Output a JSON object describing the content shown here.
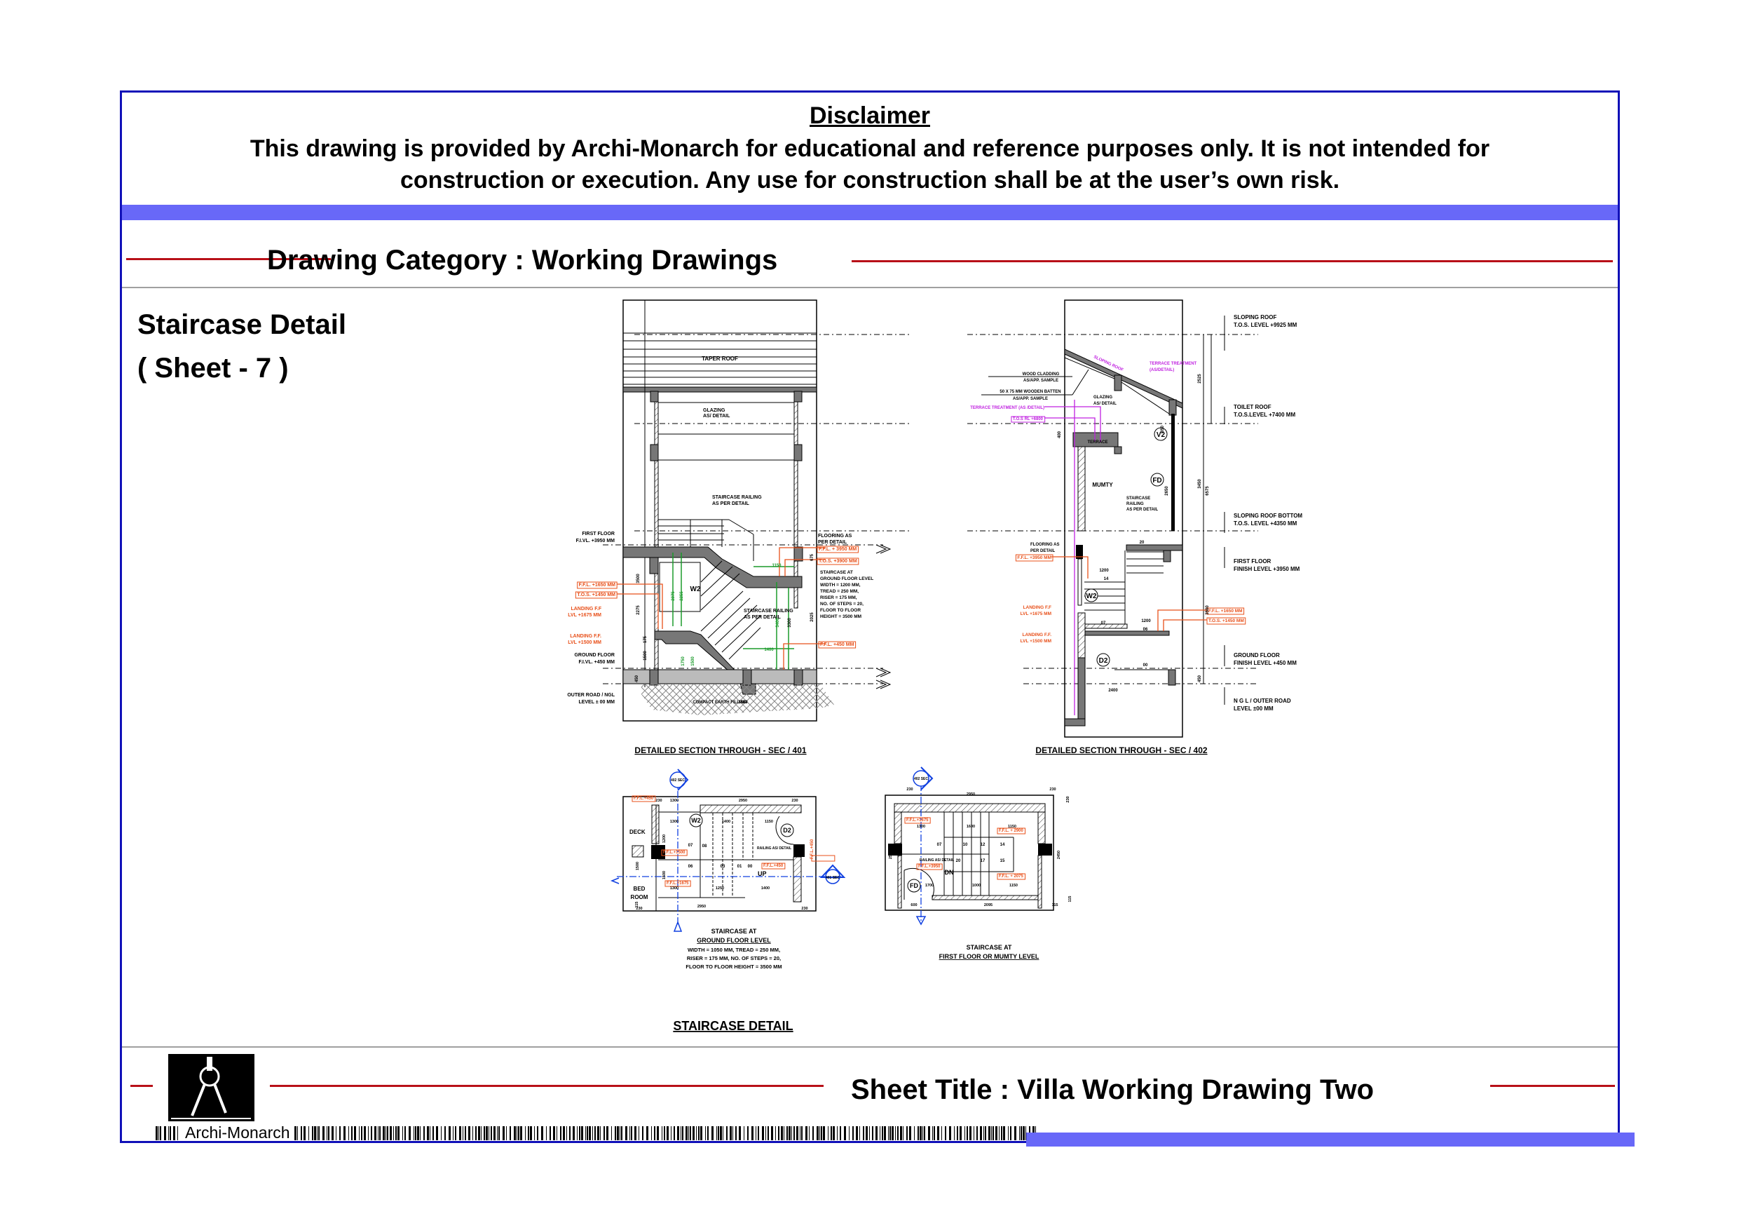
{
  "disclaimer": {
    "title": "Disclaimer",
    "line1": "This drawing is provided by Archi-Monarch for educational and reference purposes only. It is not intended for",
    "line2": "construction or execution. Any use for construction shall be at the user’s own risk."
  },
  "category": {
    "label": "Drawing Category : Working Drawings"
  },
  "sheet": {
    "name": "Staircase Detail",
    "number": "( Sheet - 7 )"
  },
  "drawing": {
    "title": "STAIRCASE DETAIL",
    "section_401": {
      "caption": "DETAILED SECTION THROUGH - SEC / 401",
      "taper_roof": "TAPER ROOF",
      "glazing": [
        "GLAZING",
        "AS/ DETAIL"
      ],
      "railing_top": [
        "STAIRCASE RAILING",
        "AS PER DETAIL"
      ],
      "railing_mid": [
        "STAIRCASE RAILING",
        "AS PER DETAIL"
      ],
      "first_floor": [
        "FIRST FLOOR",
        "F.I.VL.  +3950 MM"
      ],
      "flooring": [
        "FLOORING AS",
        "PER DETAIL"
      ],
      "ffl_top": "F.F.L. + 3950 MM",
      "tos_top": "T.O.S. +3900 MM",
      "ffl_left": "F.F.L. +1650 MM",
      "tos_left": "T.O.S. +1450 MM",
      "landing1": [
        "LANDING F.F",
        "LVL +1675 MM"
      ],
      "landing2": [
        "LANDING F.F.",
        "LVL +1500 MM"
      ],
      "ground_floor": [
        "GROUND FLOOR",
        "F.I.VL.  +450 MM"
      ],
      "outer_road": [
        "OUTER ROAD / NGL",
        "LEVEL  ± 00 MM"
      ],
      "ffl_right": "F.F.L. +450 MM",
      "earth": "COMPACT EARTH FILLING",
      "window_tag": "W2",
      "spec": [
        "STAIRCASE AT",
        "GROUND FLOOR LEVEL",
        "WIDTH = 1200 MM,",
        "TREAD = 250 MM,",
        "RISER = 175 MM,",
        "NO. OF STEPS = 20,",
        "FLOOR TO FLOOR",
        "HEIGHT = 3500 MM"
      ],
      "dims": [
        "2275",
        "3500",
        "175",
        "1500",
        "450",
        "2075",
        "2255",
        "1750",
        "1500",
        "1150",
        "1400",
        "3400",
        "3300",
        "2025",
        "1400",
        "675"
      ]
    },
    "section_402": {
      "caption": "DETAILED SECTION THROUGH - SEC / 402",
      "sloping_roof_label": "SLOPING ROOF",
      "terrace_treatment_right": [
        "TERRACE TREATMENT",
        "(AS/DETAIL)"
      ],
      "wood_cladding": [
        "WOOD CLADDING",
        "AS/APP. SAMPLE"
      ],
      "batten": [
        "50 X 75 MM WOODEN BATTEN",
        "AS/APP. SAMPLE"
      ],
      "glazing": [
        "GLAZING",
        "AS/ DETAIL"
      ],
      "terrace_treatment_left": "TERRACE TREATMENT (AS /DETAIL)",
      "tos_terrace": "T.O.S RL +6800",
      "terrace": "TERRACE",
      "mumty": "MUMTY",
      "railing": [
        "STAIRCASE",
        "RAILING",
        "AS PER DETAIL"
      ],
      "flooring": [
        "FLOORING AS",
        "PER DETAIL"
      ],
      "ffl_top": "F.F.L. +3950 MM",
      "landing1": [
        "LANDING F.F",
        "LVL +1675 MM"
      ],
      "landing2": [
        "LANDING F.F.",
        "LVL +1500 MM"
      ],
      "ffl_mid": "F.F.L. +1650 MM",
      "tos_mid": "T.O.S. +1450 MM",
      "tags": [
        "V2",
        "FD",
        "W2",
        "D2"
      ],
      "levels": [
        {
          "title": "SLOPING ROOF",
          "value": "T.O.S. LEVEL +9925 MM"
        },
        {
          "title": "TOILET ROOF",
          "value": "T.O.S.LEVEL +7400 MM"
        },
        {
          "title": "SLOPING ROOF BOTTOM",
          "value": "T.O.S. LEVEL +4350 MM"
        },
        {
          "title": "FIRST FLOOR",
          "value": "FINISH LEVEL +3950 MM"
        },
        {
          "title": "GROUND FLOOR",
          "value": "FINISH LEVEL +450 MM"
        },
        {
          "title": "N G L / OUTER ROAD",
          "value": "LEVEL ±00 MM"
        }
      ],
      "dims": [
        "2525",
        "6575",
        "3450",
        "3500",
        "450",
        "400",
        "850",
        "2650",
        "1200",
        "1200",
        "2400",
        "14",
        "07",
        "06",
        "00",
        "20"
      ]
    },
    "plan_ground": {
      "caption": [
        "STAIRCASE  AT",
        "GROUND FLOOR LEVEL"
      ],
      "spec": [
        "WIDTH = 1050 MM,  TREAD = 250 MM,",
        "RISER = 175 MM, NO. OF STEPS = 20,",
        "FLOOR TO FLOOR HEIGHT = 3500 MM"
      ],
      "deck": "DECK",
      "bedroom": [
        "BED",
        "ROOM"
      ],
      "up": "UP",
      "railing": "RAILING AS/ DETAIL",
      "ffl_labels": [
        "F.F.L.+450",
        "F.F.L.+1500",
        "F.F.L.+1675",
        "F.F.L.+450",
        "F.F.L.+450"
      ],
      "tags": [
        "W2",
        "D2"
      ],
      "section_marks": [
        "402 SEC",
        "401 SEC"
      ],
      "steps": [
        "07",
        "08",
        "06",
        "03",
        "01",
        "00"
      ],
      "dims": [
        "230",
        "1300",
        "2950",
        "230",
        "1300",
        "1400",
        "1150",
        "1300",
        "1250",
        "1400",
        "2950",
        "230",
        "230",
        "1500",
        "1200",
        "1500",
        "115"
      ]
    },
    "plan_first": {
      "caption": [
        "STAIRCASE  AT",
        "FIRST FLOOR OR MUMTY LEVEL"
      ],
      "dn": "DN",
      "railing": "RAILING AS/ DETAIL",
      "ffl_labels": [
        "F.F.L.+1675",
        "F.F.L. + 2900",
        "F.F.L.+3950",
        "F.F.L. + 2075"
      ],
      "tags": [
        "FD"
      ],
      "section_marks": [
        "402 SEC"
      ],
      "steps": [
        "07",
        "10",
        "12",
        "14",
        "20",
        "17",
        "15"
      ],
      "dims": [
        "230",
        "2950",
        "230",
        "230",
        "1300",
        "1600",
        "1150",
        "1700",
        "1000",
        "1150",
        "600",
        "2095",
        "115",
        "2500",
        "2450",
        "115"
      ]
    }
  },
  "footer": {
    "brand": "Archi-Monarch",
    "sheet_title": "Sheet Title : Villa Working Drawing Two"
  },
  "colors": {
    "frame": "#1010b8",
    "band": "#6868f8",
    "accent_red": "#b81018",
    "annotation_orange": "#e8501a",
    "annotation_magenta": "#c020e0",
    "dimension_green": "#1a9a2a",
    "section_blue": "#1040e0"
  }
}
